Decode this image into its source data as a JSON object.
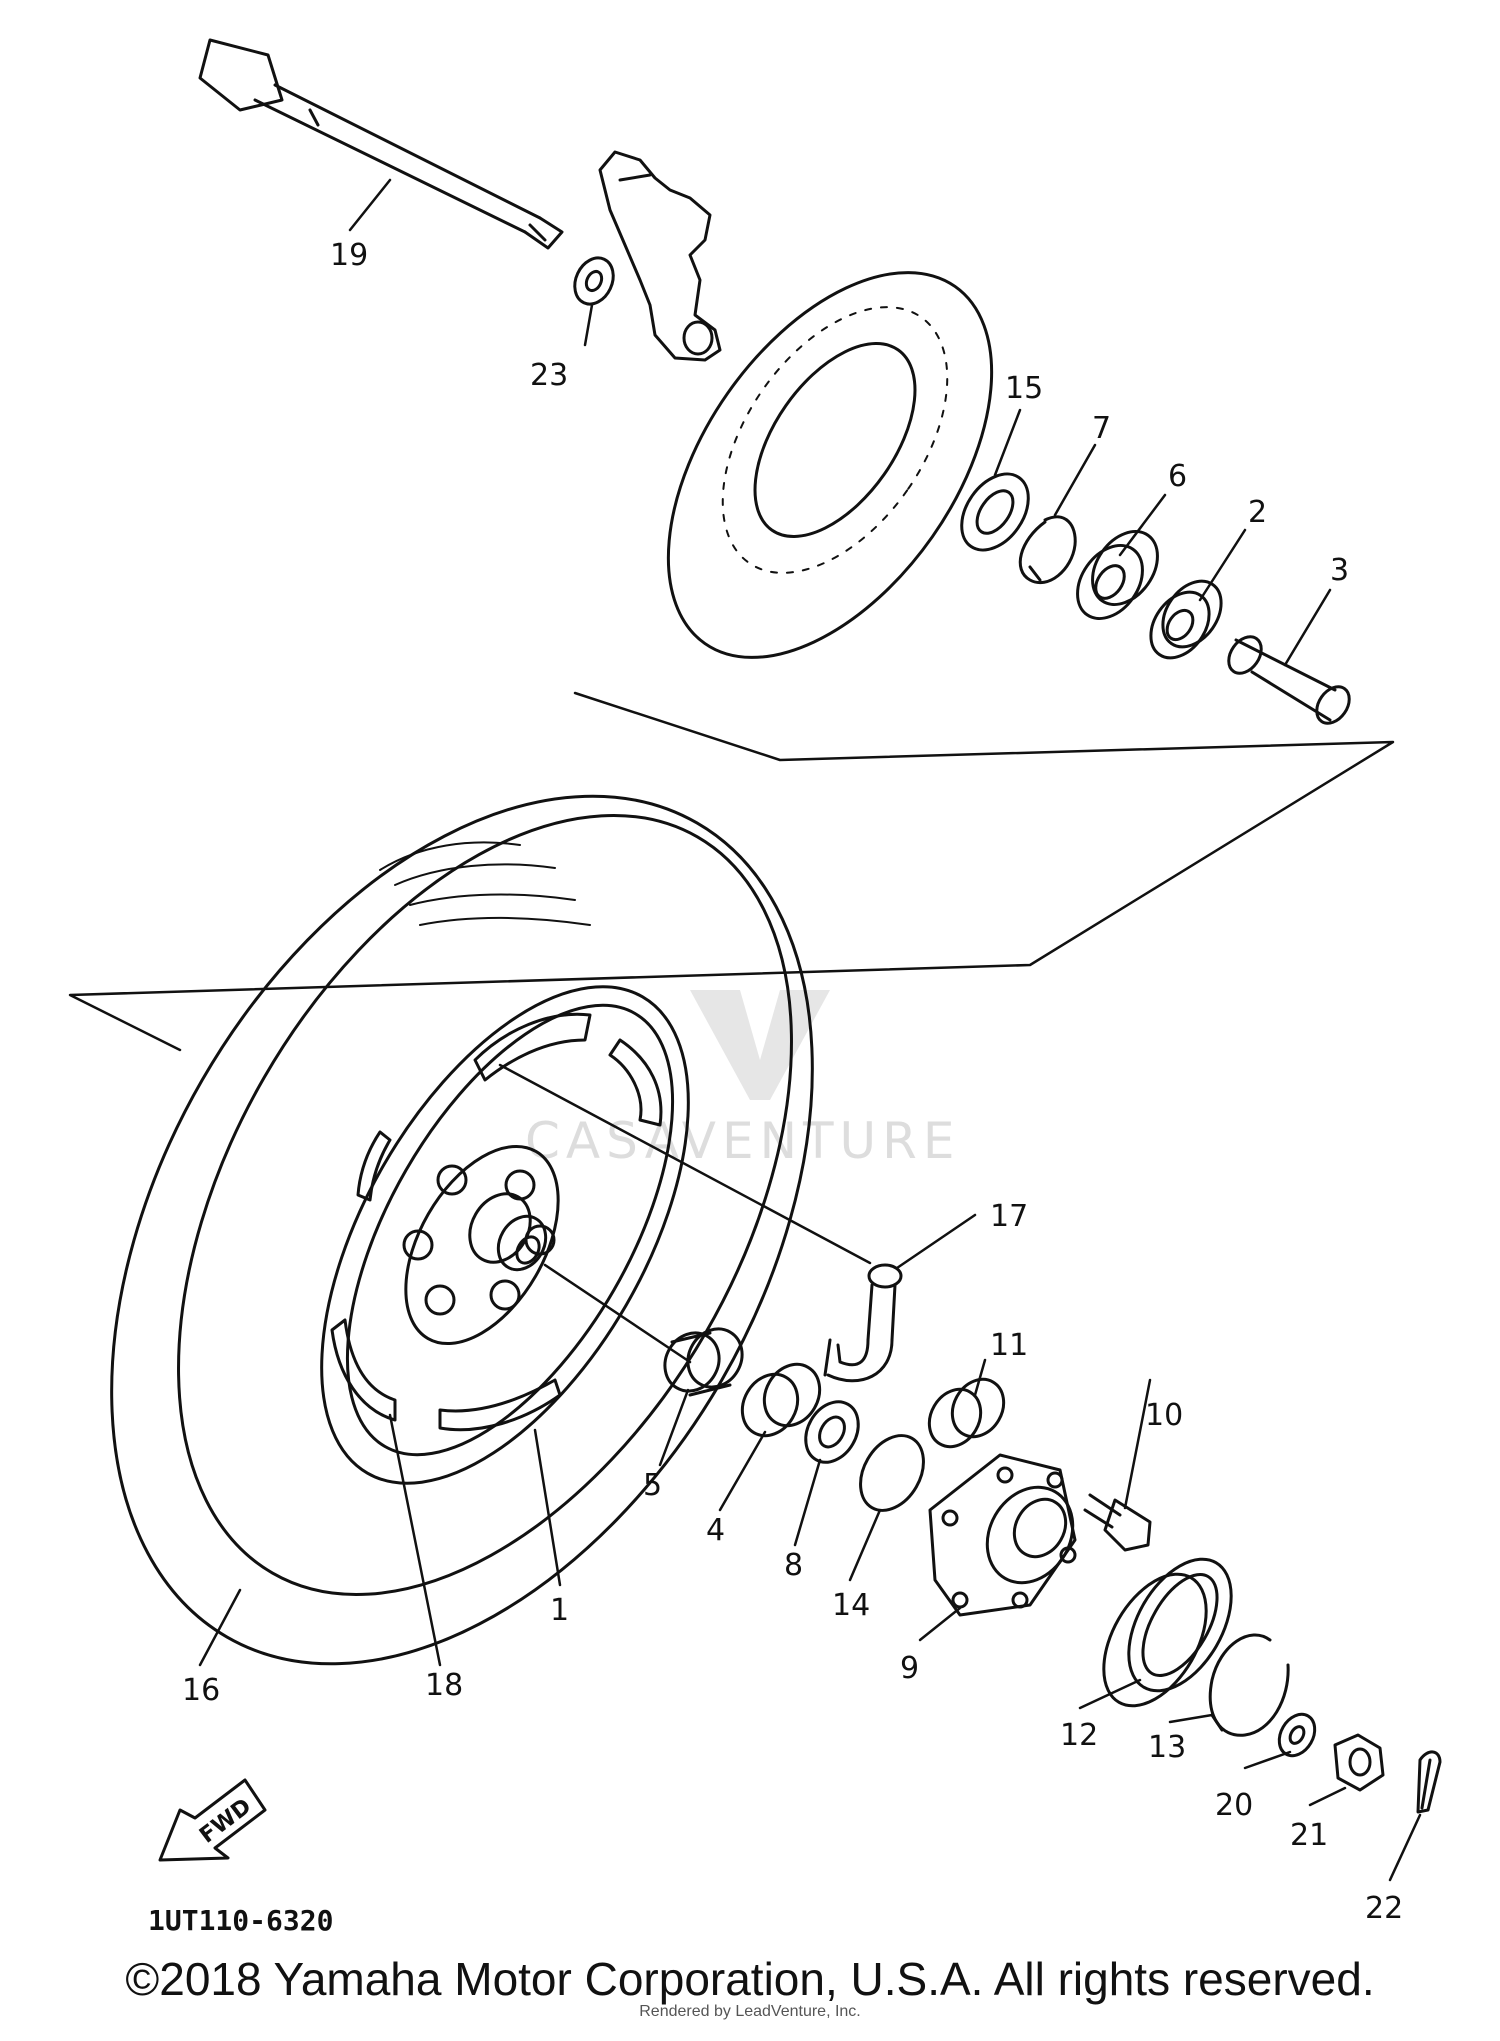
{
  "diagram": {
    "callouts": [
      "19",
      "23",
      "15",
      "7",
      "6",
      "2",
      "3",
      "17",
      "11",
      "10",
      "5",
      "4",
      "8",
      "14",
      "9",
      "12",
      "13",
      "20",
      "21",
      "22",
      "16",
      "18",
      "1"
    ],
    "diagram_code": "1UT110-6320",
    "direction_label": "FWD",
    "watermark": "CASAVENTURE"
  },
  "footer": {
    "copyright": "©2018 Yamaha Motor Corporation, U.S.A. All rights reserved.",
    "rendered_by": "Rendered by LeadVenture, Inc."
  },
  "colors": {
    "line": "#111111",
    "background": "#ffffff",
    "watermark": "#dddddd"
  }
}
